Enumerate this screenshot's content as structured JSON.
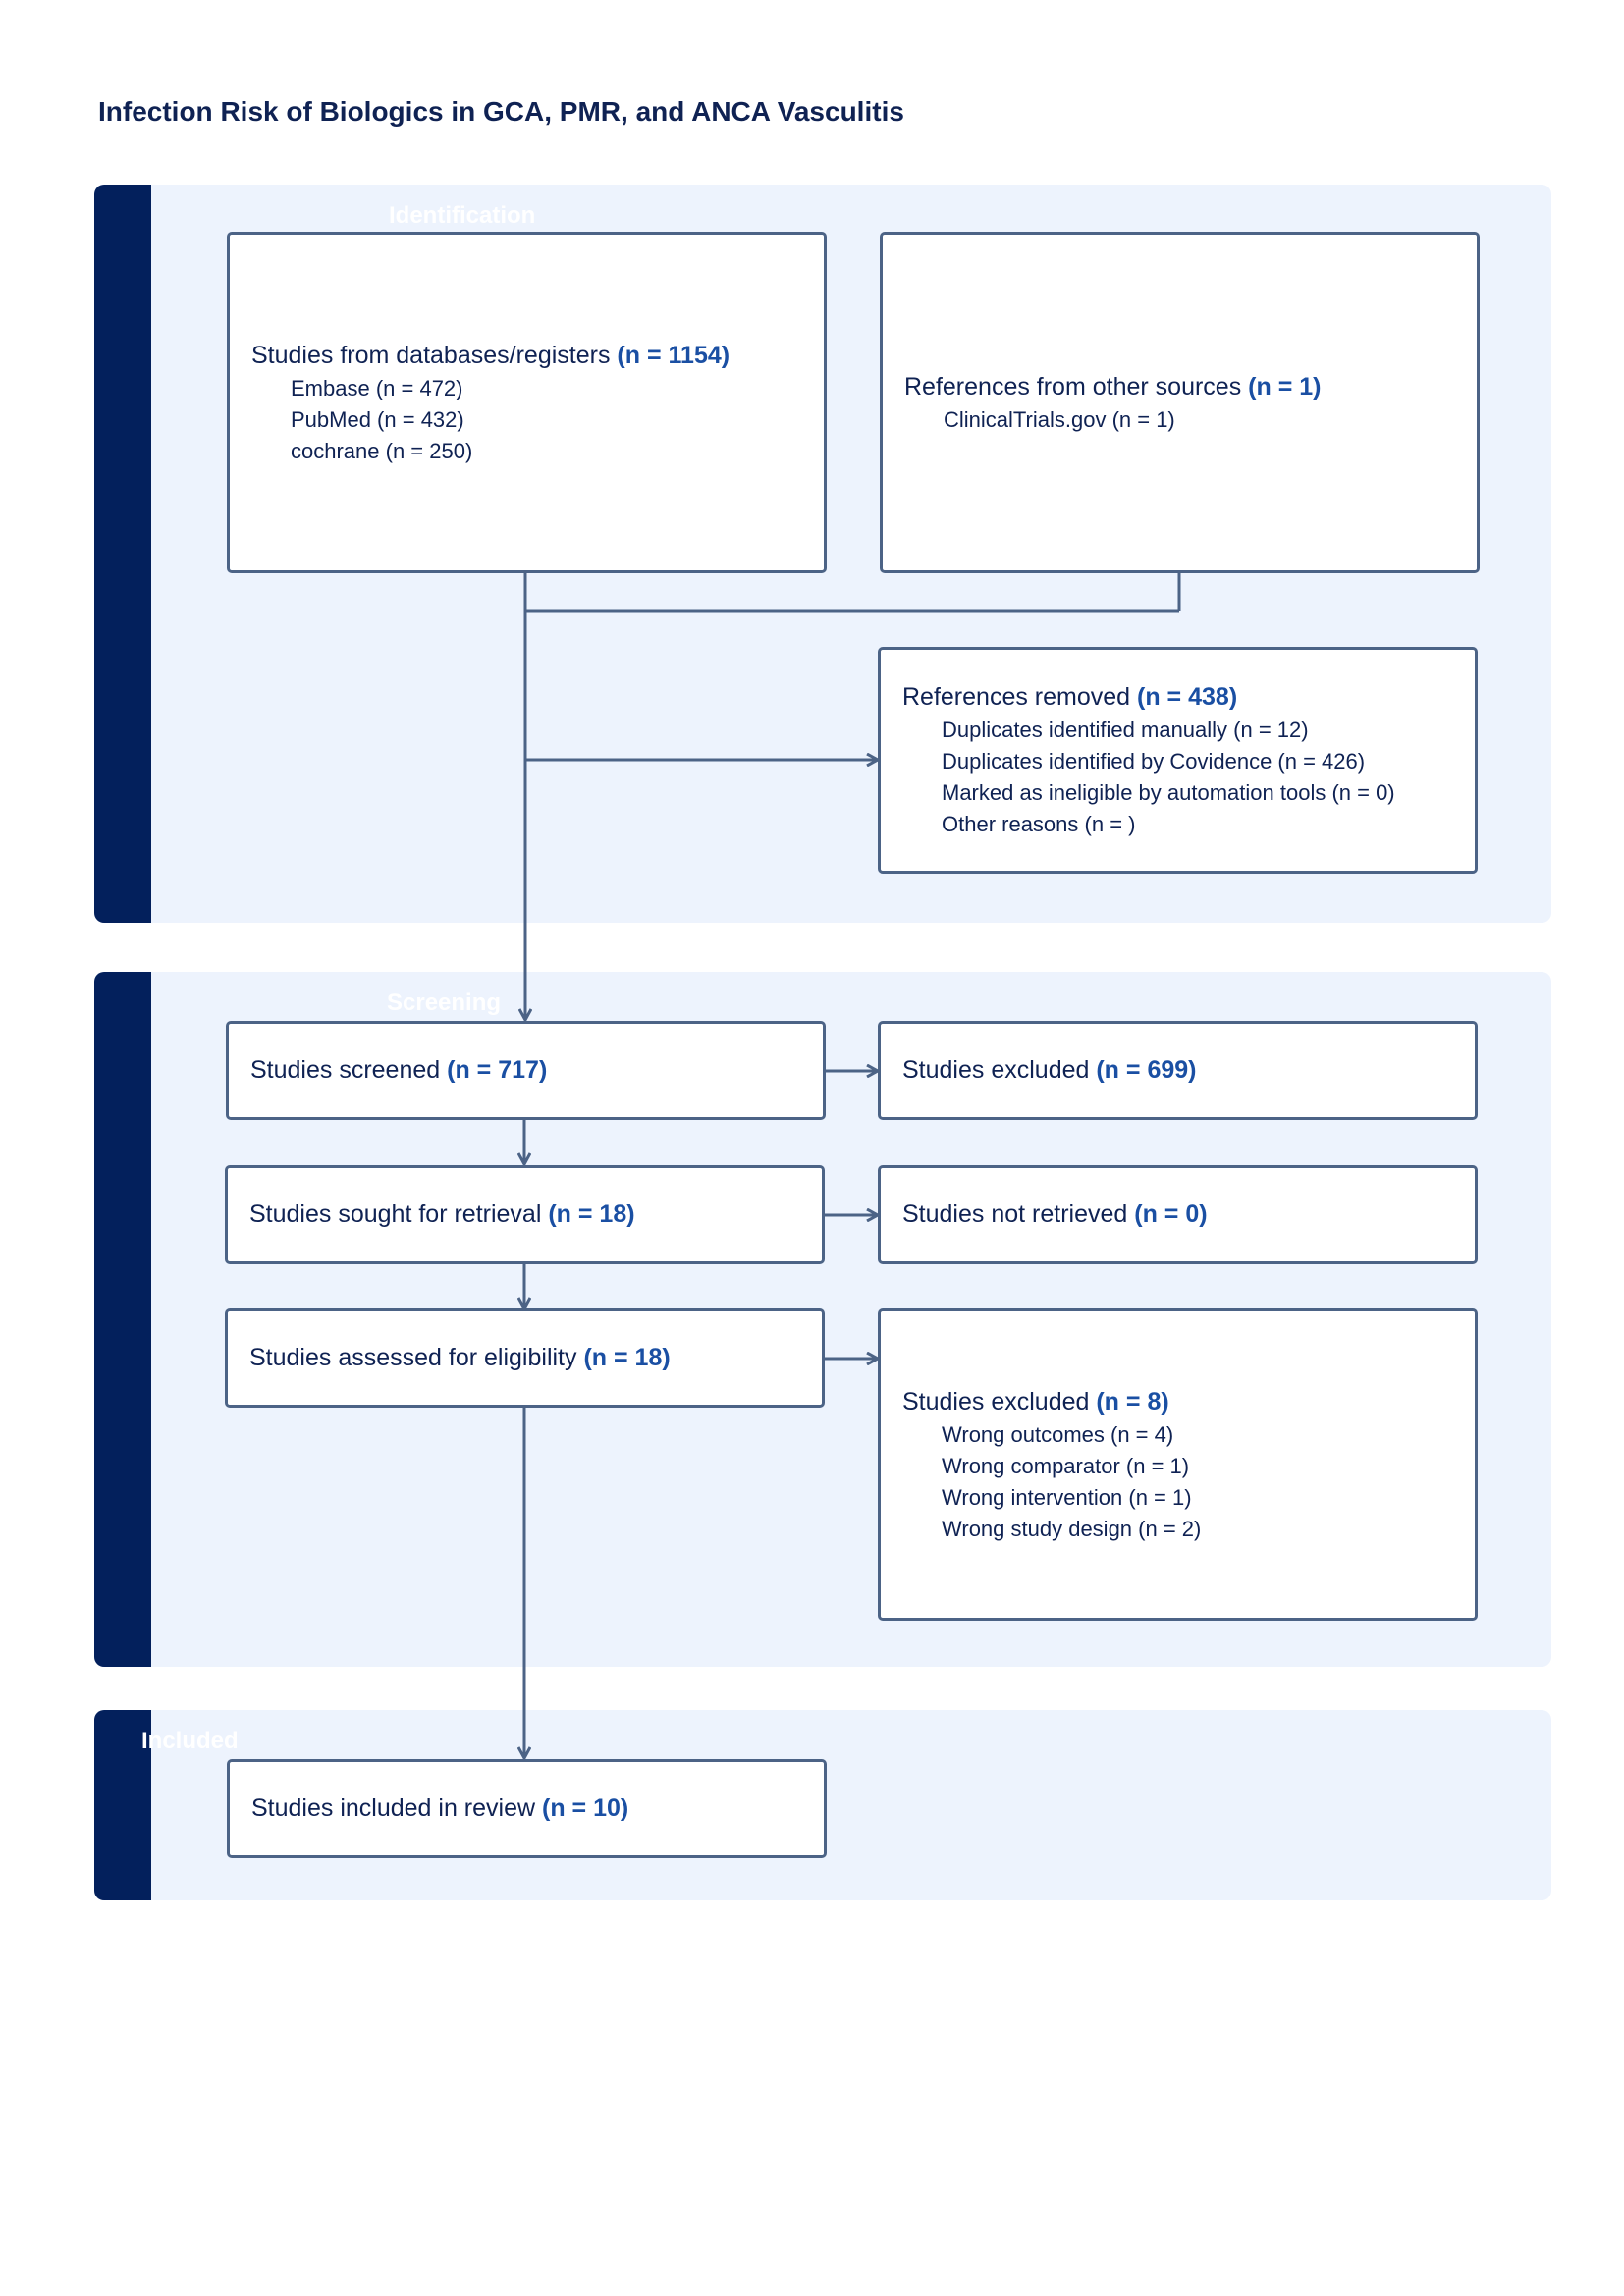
{
  "title": "Infection Risk of Biologics in GCA, PMR, and ANCA Vasculitis",
  "colors": {
    "band_background": "#edf3fd",
    "band_bar": "#03205c",
    "box_border": "#4c6386",
    "count_text": "#1a4fa3",
    "text": "#0f2253"
  },
  "sections": {
    "identification": "Identification",
    "screening": "Screening",
    "included": "Included"
  },
  "boxes": {
    "databases": {
      "label": "Studies from databases/registers",
      "count": "(n = 1154)",
      "items": [
        "Embase (n = 472)",
        "PubMed (n = 432)",
        "cochrane (n = 250)"
      ]
    },
    "other_sources": {
      "label": "References from other sources",
      "count": "(n = 1)",
      "items": [
        "ClinicalTrials.gov (n = 1)"
      ]
    },
    "removed": {
      "label": "References removed",
      "count": "(n = 438)",
      "items": [
        "Duplicates identified manually (n = 12)",
        "Duplicates identified by Covidence (n = 426)",
        "Marked as ineligible by automation tools (n = 0)",
        "Other reasons (n = )"
      ]
    },
    "screened": {
      "label": "Studies screened",
      "count": "(n = 717)"
    },
    "screen_excluded": {
      "label": "Studies excluded",
      "count": "(n = 699)"
    },
    "retrieval": {
      "label": "Studies sought for retrieval",
      "count": "(n = 18)"
    },
    "not_retrieved": {
      "label": "Studies not retrieved",
      "count": "(n = 0)"
    },
    "eligibility": {
      "label": "Studies assessed for eligibility",
      "count": "(n = 18)"
    },
    "elig_excluded": {
      "label": "Studies excluded",
      "count": "(n = 8)",
      "items": [
        "Wrong outcomes (n = 4)",
        "Wrong comparator (n = 1)",
        "Wrong intervention (n = 1)",
        "Wrong study design (n = 2)"
      ]
    },
    "included": {
      "label": "Studies included in review",
      "count": "(n = 10)"
    }
  }
}
